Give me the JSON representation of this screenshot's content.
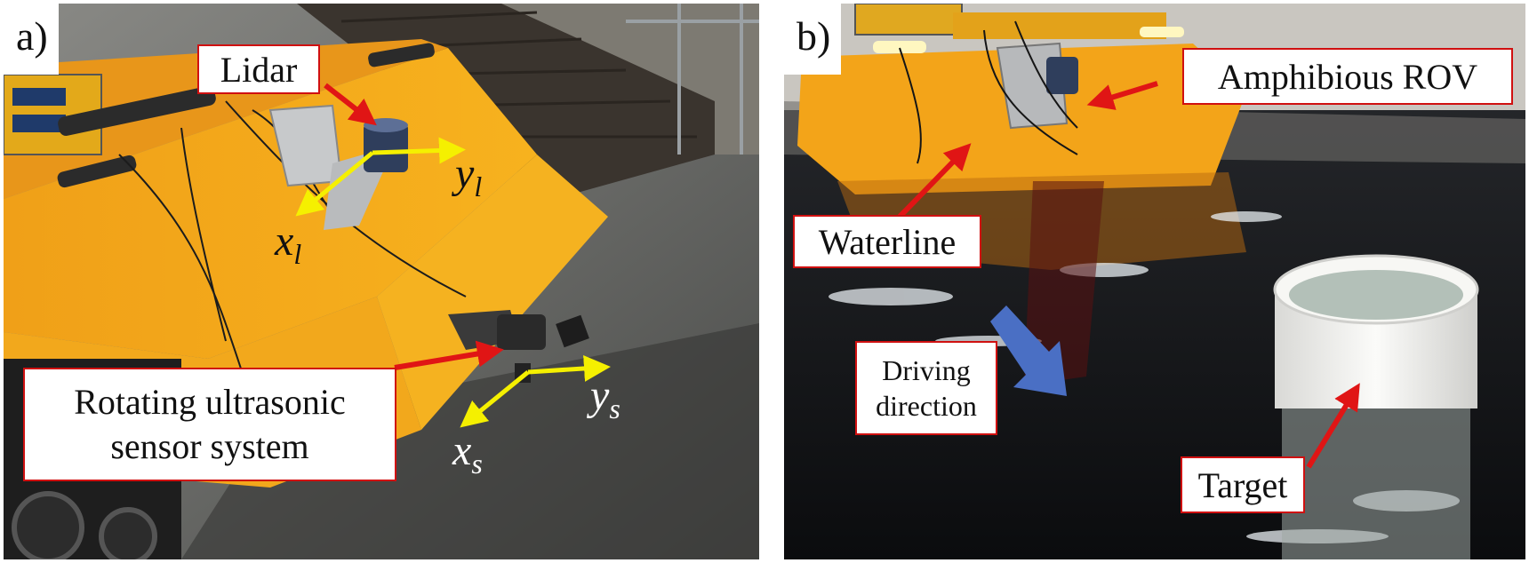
{
  "panel_a": {
    "panel_label": "a)",
    "callouts": {
      "lidar": "Lidar",
      "ultrasonic": "Rotating ultrasonic\nsensor system"
    },
    "axes": {
      "lidar_y": {
        "base": "y",
        "sub": "l"
      },
      "lidar_x": {
        "base": "x",
        "sub": "l"
      },
      "sonar_y": {
        "base": "y",
        "sub": "s"
      },
      "sonar_x": {
        "base": "x",
        "sub": "s"
      }
    }
  },
  "panel_b": {
    "panel_label": "b)",
    "callouts": {
      "rov": "Amphibious ROV",
      "waterline": "Waterline",
      "driving": "Driving\ndirection",
      "target": "Target"
    }
  },
  "colors": {
    "callout_border": "#d01010",
    "pointer_arrow": "#e01515",
    "axis_arrow": "#f5f000",
    "direction_arrow": "#4a6fc4"
  }
}
